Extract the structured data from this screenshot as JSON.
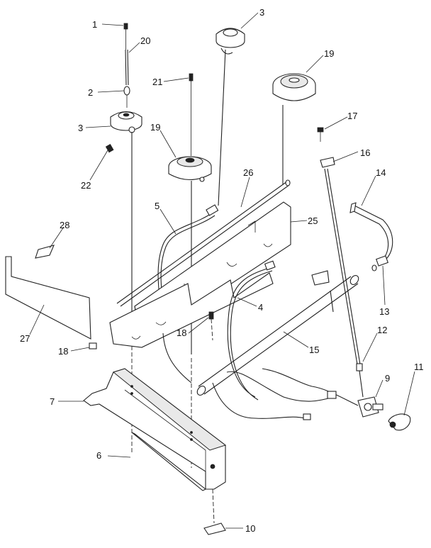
{
  "callouts": [
    {
      "id": "c1",
      "text": "1"
    },
    {
      "id": "c20",
      "text": "20"
    },
    {
      "id": "c2",
      "text": "2"
    },
    {
      "id": "c3a",
      "text": "3"
    },
    {
      "id": "c3b",
      "text": "3"
    },
    {
      "id": "c22",
      "text": "22"
    },
    {
      "id": "c21",
      "text": "21"
    },
    {
      "id": "c19a",
      "text": "19"
    },
    {
      "id": "c19b",
      "text": "19"
    },
    {
      "id": "c17",
      "text": "17"
    },
    {
      "id": "c16",
      "text": "16"
    },
    {
      "id": "c14",
      "text": "14"
    },
    {
      "id": "c26",
      "text": "26"
    },
    {
      "id": "c5",
      "text": "5"
    },
    {
      "id": "c25",
      "text": "25"
    },
    {
      "id": "c28",
      "text": "28"
    },
    {
      "id": "c4",
      "text": "4"
    },
    {
      "id": "c13",
      "text": "13"
    },
    {
      "id": "c27",
      "text": "27"
    },
    {
      "id": "c18a",
      "text": "18"
    },
    {
      "id": "c18b",
      "text": "18"
    },
    {
      "id": "c15",
      "text": "15"
    },
    {
      "id": "c12",
      "text": "12"
    },
    {
      "id": "c11",
      "text": "11"
    },
    {
      "id": "c9",
      "text": "9"
    },
    {
      "id": "c7",
      "text": "7"
    },
    {
      "id": "c6",
      "text": "6"
    },
    {
      "id": "c10",
      "text": "10"
    }
  ]
}
